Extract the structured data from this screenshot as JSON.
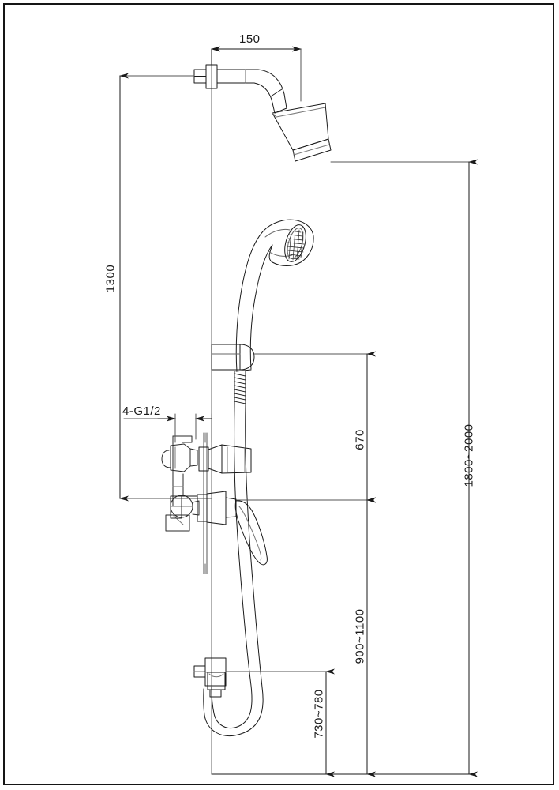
{
  "document": {
    "type": "technical-drawing",
    "subject": "Exposed shower mixer set with overhead shower, hand shower and slide bracket",
    "units": "mm",
    "line_color": "#1a1a1a",
    "background_color": "#ffffff",
    "border_color": "#151515"
  },
  "dimensions": {
    "arm_projection": {
      "label": "150",
      "orientation": "horizontal",
      "position": "top"
    },
    "head_height_above_mixer": {
      "label": "1300",
      "orientation": "vertical",
      "position": "left"
    },
    "thread_callout": {
      "label": "4-G1/2",
      "orientation": "horizontal",
      "position": "left-middle"
    },
    "bracket_to_mixer": {
      "label": "670",
      "orientation": "vertical",
      "position": "right-inner"
    },
    "mixer_height": {
      "label": "900~1100",
      "orientation": "vertical",
      "position": "right-inner"
    },
    "outlet_height": {
      "label": "730~780",
      "orientation": "vertical",
      "position": "right-inner"
    },
    "overall_height": {
      "label": "1800~2000",
      "orientation": "vertical",
      "position": "right-outer"
    }
  },
  "components": [
    {
      "name": "wall-flange",
      "description": "Round wall flange at shower arm inlet"
    },
    {
      "name": "shower-arm",
      "description": "Horizontal arm with curved elbow"
    },
    {
      "name": "overhead-shower-head",
      "description": "Conical overhead shower head"
    },
    {
      "name": "hand-shower",
      "description": "Handheld shower with textured spray face"
    },
    {
      "name": "hand-shower-bracket",
      "description": "Wall bracket holding hand shower"
    },
    {
      "name": "mixer-valve-body",
      "description": "Concealed mixer valve body with escutcheon"
    },
    {
      "name": "diverter-knob",
      "description": "Diverter control knob"
    },
    {
      "name": "lever-handle",
      "description": "Single lever mixer handle"
    },
    {
      "name": "wall-outlet-elbow",
      "description": "Lower wall outlet elbow for hose"
    },
    {
      "name": "shower-hose",
      "description": "Flexible shower hose with U-loop"
    },
    {
      "name": "ground-line",
      "description": "Finished floor reference line"
    }
  ]
}
